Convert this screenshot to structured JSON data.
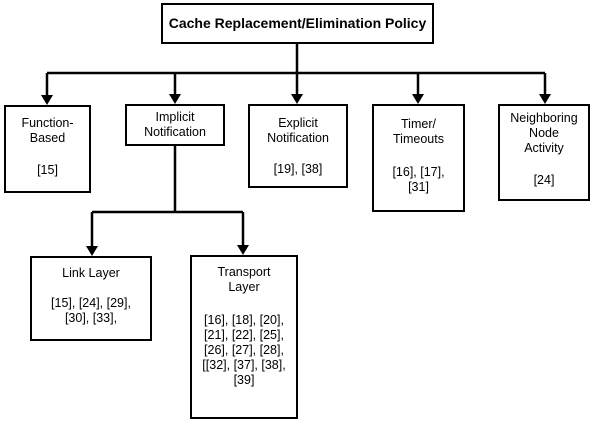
{
  "root": {
    "label": "Cache Replacement/Elimination Policy"
  },
  "categories": [
    {
      "title": "Function-\nBased",
      "refs": "[15]"
    },
    {
      "title": "Implicit\nNotification",
      "refs": ""
    },
    {
      "title": "Explicit\nNotification",
      "refs": "[19], [38]"
    },
    {
      "title": "Timer/\nTimeouts",
      "refs": "[16], [17],\n[31]"
    },
    {
      "title": "Neighboring\nNode\nActivity",
      "refs": "[24]"
    }
  ],
  "implicit_children": [
    {
      "title": "Link Layer",
      "refs": "[15], [24], [29],\n[30], [33],"
    },
    {
      "title": "Transport\nLayer",
      "refs": "[16], [18], [20],\n[21], [22], [25],\n[26], [27], [28],\n[[32], [37], [38],\n[39]"
    }
  ]
}
